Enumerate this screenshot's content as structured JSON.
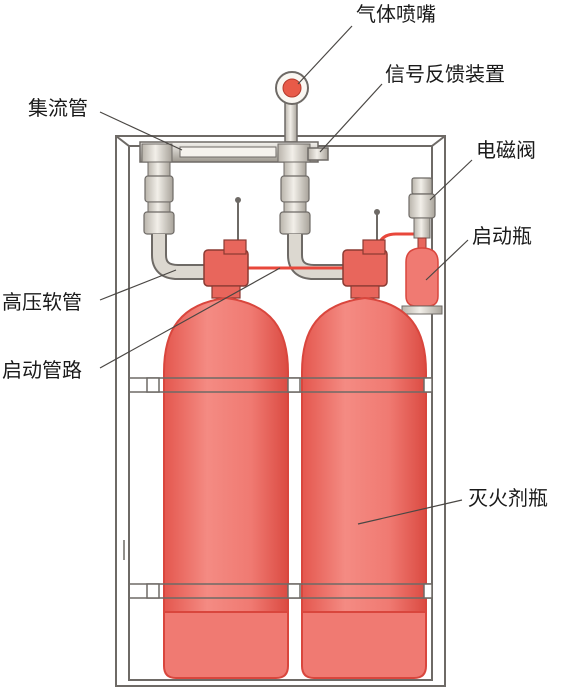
{
  "labels": {
    "gas_nozzle": "气体喷嘴",
    "signal_feedback": "信号反馈装置",
    "manifold": "集流管",
    "solenoid_valve": "电磁阀",
    "starter_bottle": "启动瓶",
    "high_pressure_hose": "高压软管",
    "start_pipeline": "启动管路",
    "extinguishant_bottle": "灭火剂瓶"
  },
  "colors": {
    "cylinder": "#f07a72",
    "cylinder_edge": "#d9463d",
    "frame": "#6e6a66",
    "metal": "#d5d1c9",
    "valve": "#e8665c",
    "nozzle_ring": "#e85a48",
    "pipe_red": "#e8473b"
  }
}
